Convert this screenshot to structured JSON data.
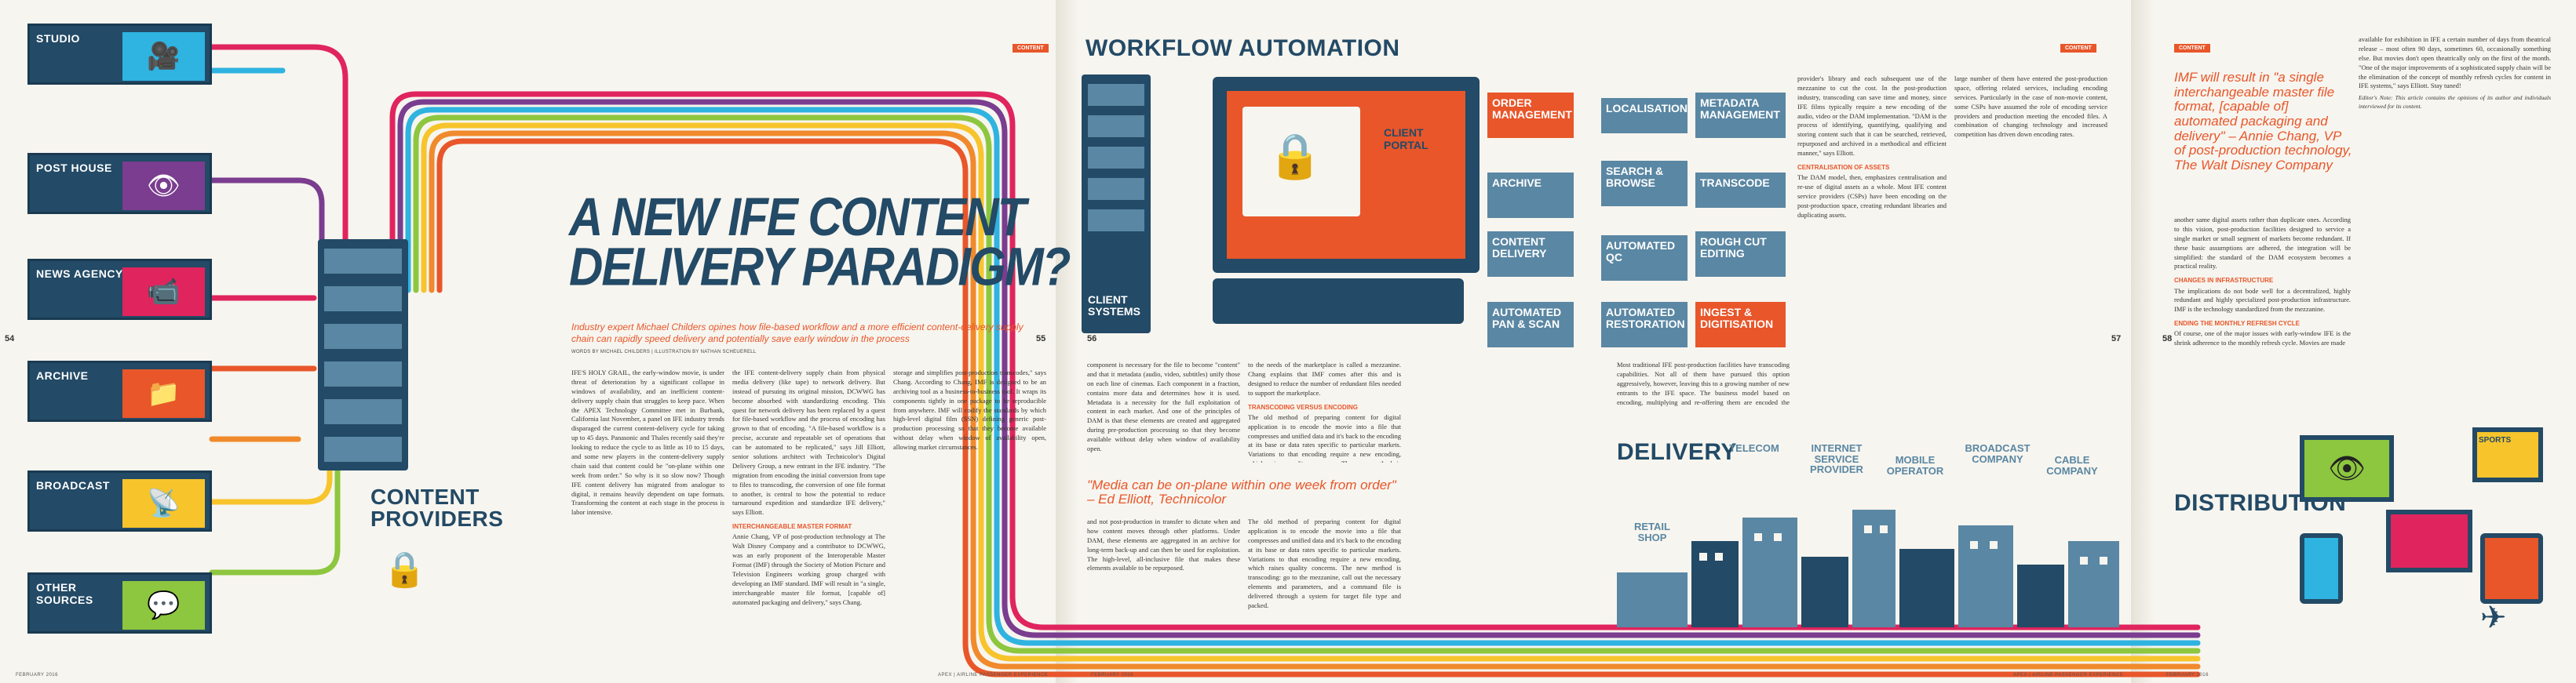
{
  "spread": {
    "page_numbers": [
      "54",
      "55",
      "56",
      "57",
      "58"
    ],
    "footer_left": "FEBRUARY 2016",
    "footer_right": "APEX | AIRLINE PASSENGER EXPERIENCE",
    "tag_content": "CONTENT"
  },
  "content_providers": {
    "title": "CONTENT PROVIDERS",
    "sources": [
      {
        "label": "STUDIO",
        "icon": "camera-icon"
      },
      {
        "label": "POST HOUSE",
        "icon": "eye-icon"
      },
      {
        "label": "NEWS AGENCY",
        "icon": "video-camera-icon"
      },
      {
        "label": "ARCHIVE",
        "icon": "folder-icon"
      },
      {
        "label": "BROADCAST",
        "icon": "signal-icon"
      },
      {
        "label": "OTHER SOURCES",
        "icon": "chat-icon"
      }
    ]
  },
  "article": {
    "headline": "A NEW IFE CONTENT DELIVERY PARADIGM?",
    "deck": "Industry expert Michael Childers opines how file-based workflow and a more efficient content-delivery supply chain can rapidly speed delivery and potentially save early window in the process",
    "byline": "WORDS BY MICHAEL CHILDERS | ILLUSTRATION BY NATHAN SCHEUERELL",
    "col1": "IFE'S HOLY GRAIL, the early-window movie, is under threat of deterioration by a significant collapse in windows of availability, and an inefficient content-delivery supply chain that struggles to keep pace. When the APEX Technology Committee met in Burbank, California last November, a panel on IFE industry trends disparaged the current content-delivery cycle for taking up to 45 days. Panasonic and Thales recently said they're looking to reduce the cycle to as little as 10 to 15 days, and some new players in the content-delivery supply chain said that content could be \"on-plane within one week from order.\" So why is it so slow now? Though IFE content delivery has migrated from analogue to digital, it remains heavily dependent on tape formats. Transforming the content at each stage in the process is labor intensive.",
    "col2": "the IFE content-delivery supply chain from physical media delivery (like tape) to network delivery. But instead of pursuing its original mission, DCWWG has become absorbed with standardizing encoding. This quest for network delivery has been replaced by a quest for file-based workflow and the process of encoding has grown to that of encoding. \"A file-based workflow is a precise, accurate and repeatable set of operations that can be automated to be replicated,\" says Jill Elliott, senior solutions architect with Technicolor's Digital Delivery Group, a new entrant in the IFE industry. \"The migration from encoding the initial conversion from tape to files to transcoding, the conversion of one file format to another, is central to how the potential to reduce turnaround expedition and standardize IFE delivery,\" says Elliott.",
    "subhead1": "INTERCHANGEABLE MASTER FORMAT",
    "col2b": "Annie Chang, VP of post-production technology at The Walt Disney Company and a contributor to DCWWG, was an early proponent of the Interoperable Master Format (IMF) through the Society of Motion Picture and Television Engineers working group charged with developing an IMF standard. IMF will result in \"a single, interchangeable master file format, [capable of] automated packaging and delivery,\" says Chang.",
    "col3": "storage and simplifies post-production transcodes,\" says Chang. According to Chang, IMF is designed to be an archiving tool as a business-to-business tool. It wraps its components tightly in one package to be reproducible from anywhere. IMF will codify the standards by which high-level digital film (SSN) defining generic post-production processing so that they become available without delay when window of availability open, allowing market circumstances.",
    "col4": "component is necessary for the file to become \"content\" and that it metadata (audio, video, subtitles) unify those on each line of cinemas. Each component in a fraction, contains more data and determines how it is used. Metadata is a necessity for the full exploitation of content in each market. And one of the principles of DAM is that these elements are created and aggregated during pre-production processing so that they become available without delay when window of availability open.",
    "pullquote1": "\"Media can be on-plane within one week from order\" – Ed Elliott, Technicolor",
    "col4b": "and not post-production in transfer to dictate when and how content moves through other platforms. Under DAM, these elements are aggregated in an archive for long-term back-up and can then be used for exploitation. The high-level, all-inclusive file that makes these elements available to be repurposed.",
    "col5": "to the needs of the marketplace is called a mezzanine. Chang explains that IMF comes after this and is designed to reduce the number of redundant files needed to support the marketplace.",
    "subhead2": "TRANSCODING VERSUS ENCODING",
    "col5b": "The old method of preparing content for digital application is to encode the movie into a file that compresses and unified data and it's back to the encoding at its base or data rates specific to particular markets. Variations to that encoding require a new encoding, which raises quality concerns. The new method is transcoding: go to the mezzanine, call out the necessary elements and parameters, and a command file is delivered through a system for target file type and packed."
  },
  "workflow": {
    "title": "WORKFLOW AUTOMATION",
    "client_systems": "CLIENT SYSTEMS",
    "client_portal": "CLIENT PORTAL",
    "boxes": [
      {
        "label": "ORDER MANAGEMENT",
        "style": "orange"
      },
      {
        "label": "ARCHIVE",
        "style": "blue"
      },
      {
        "label": "CONTENT DELIVERY",
        "style": "blue"
      },
      {
        "label": "AUTOMATED PAN & SCAN",
        "style": "blue"
      },
      {
        "label": "LOCALISATION",
        "style": "blue"
      },
      {
        "label": "SEARCH & BROWSE",
        "style": "blue"
      },
      {
        "label": "AUTOMATED QC",
        "style": "blue"
      },
      {
        "label": "AUTOMATED RESTORATION",
        "style": "blue"
      },
      {
        "label": "METADATA MANAGEMENT",
        "style": "blue"
      },
      {
        "label": "TRANSCODE",
        "style": "blue"
      },
      {
        "label": "ROUGH CUT EDITING",
        "style": "blue"
      },
      {
        "label": "INGEST & DIGITISATION",
        "style": "blue"
      }
    ]
  },
  "article2": {
    "col6": "provider's library and each subsequent use of the mezzanine to cut the cost. In the post-production industry, transcoding can save time and money, since IFE films typically require a new encoding of the audio, video or the DAM implementation. \"DAM is the process of identifying, quantifying, qualifying and storing content such that it can be searched, retrieved, repurposed and archived in a methodical and efficient manner,\" says Elliott.",
    "subhead3": "CENTRALISATION OF ASSETS",
    "col6b": "The DAM model, then, emphasizes centralisation and re-use of digital assets as a whole. Most IFE content service providers (CSPs) have been encoding on the post-production space, creating redundant libraries and duplicating assets.",
    "col7": "large number of them have entered the post-production space, offering related services, including encoding services. Particularly in the case of non-movie content, some CSPs have assumed the role of encoding service providers and production meeting the encoded files. A combination of changing technology and increased competition has driven down encoding rates.",
    "col8": "Most traditional IFE post-production facilities have transcoding capabilities. Not all of them have pursued this option aggressively, however, leaving this to a growing number of new entrants to the IFE space. The business model based on encoding, multiplying and re-offering them are encoded the input to the post-production."
  },
  "delivery": {
    "title": "DELIVERY",
    "labels": [
      "TELECOM",
      "INTERNET SERVICE PROVIDER",
      "MOBILE OPERATOR",
      "BROADCAST COMPANY",
      "CABLE COMPANY",
      "RETAIL SHOP"
    ]
  },
  "right_page": {
    "pullquote2": "IMF will result in \"a single interchangeable master file format, [capable of] automated packaging and delivery\" – Annie Chang, VP of post-production technology, The Walt Disney Company",
    "col9": "another same digital assets rather than duplicate ones. According to this vision, post-production facilities designed to service a single market or small segment of markets become redundant. If these basic assumptions are adhered, the integration will be simplified: the standard of the DAM ecosystem becomes a practical reality.",
    "subhead4": "CHANGES IN INFRASTRUCTURE",
    "col9b": "The implications do not bode well for a decentralized, highly redundant and highly specialized post-production infrastructure. IMF is the technology standardized from the mezzanine.",
    "subhead5": "ENDING THE MONTHLY REFRESH CYCLE",
    "col9c": "Of course, one of the major issues with early-window IFE is the shrink adherence to the monthly refresh cycle. Movies are made",
    "col10": "available for exhibition in IFE a certain number of days from theatrical release – most often 90 days, sometimes 60, occasionally something else. But movies don't open theatrically only on the first of the month. \"One of the major improvements of a sophisticated supply chain will be the elimination of the concept of monthly refresh cycles for content in IFE systems,\" says Elliott. Stay tuned!",
    "bio": "Editor's Note: This article contains the opinions of its author and individuals interviewed for its content.",
    "distribution_title": "DISTRIBUTION",
    "sports_label": "SPORTS"
  },
  "colors": {
    "navy": "#234a66",
    "orange": "#e8562a",
    "steel_blue": "#5a87a3",
    "rainbow": [
      "#e8562a",
      "#f08a2c",
      "#f7c42c",
      "#8dc63f",
      "#2fb3e0",
      "#7a3d8f",
      "#e0245e"
    ]
  }
}
